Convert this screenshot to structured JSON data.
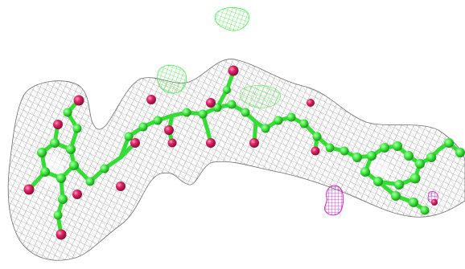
{
  "scene": {
    "background": "#ffffff",
    "colors": {
      "density_mesh": "#8c8c8c",
      "carbon_atoms": "#33ee33",
      "oxygen_atoms": "#dd2266",
      "difference_map_positive": "#44ee44",
      "difference_map_negative": "#cc22cc"
    },
    "elements": [
      "electron-density-mesh",
      "ligand-carbon-chain",
      "oxygen-atoms",
      "positive-difference-density-blobs",
      "negative-difference-density-blob"
    ]
  }
}
